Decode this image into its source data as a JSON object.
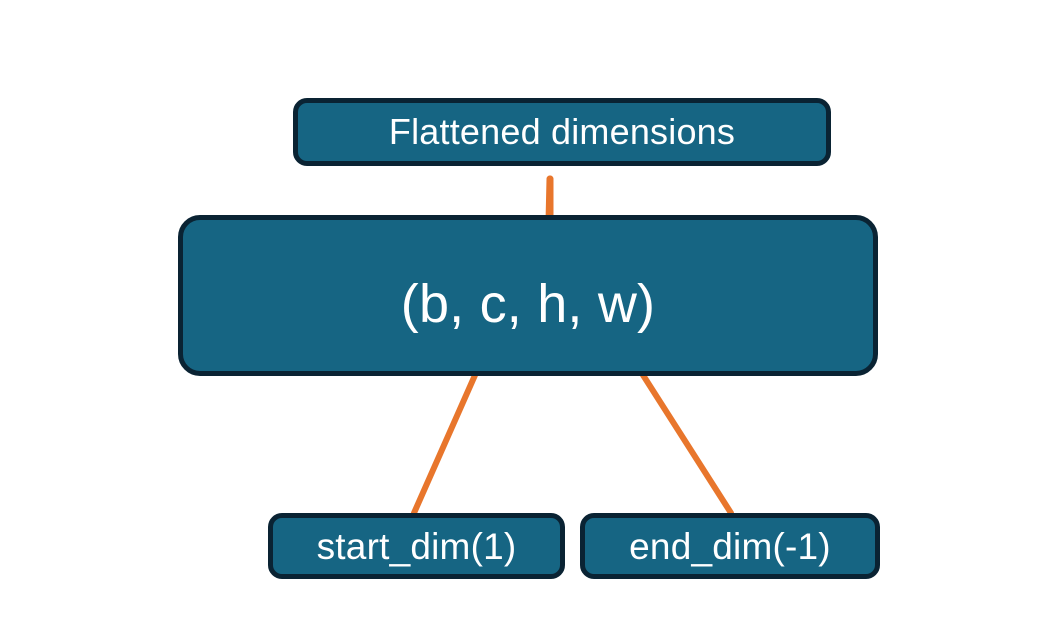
{
  "diagram": {
    "title": "Flatten dimensions diagram",
    "background_color": "#ffffff",
    "box_fill_color": "#166583",
    "box_border_color": "#0a2333",
    "box_text_color": "#ffffff",
    "connector_color": "#E8762C",
    "nodes": {
      "flattened": {
        "label": "Flattened dimensions",
        "name": "flattened-dimensions-box"
      },
      "shape": {
        "label": "(b, c, h, w)",
        "name": "tensor-shape-box"
      },
      "start_dim": {
        "label": "start_dim(1)",
        "name": "start-dim-box"
      },
      "end_dim": {
        "label": "end_dim(-1)",
        "name": "end-dim-box"
      }
    },
    "connectors": [
      {
        "name": "brace-flattened-to-shape",
        "type": "curly-brace",
        "from": "shape",
        "to": "flattened"
      },
      {
        "name": "arrow-start-dim-to-shape",
        "type": "arrow",
        "from": "start_dim",
        "to": "shape"
      },
      {
        "name": "arrow-end-dim-to-shape",
        "type": "arrow",
        "from": "end_dim",
        "to": "shape"
      }
    ]
  }
}
